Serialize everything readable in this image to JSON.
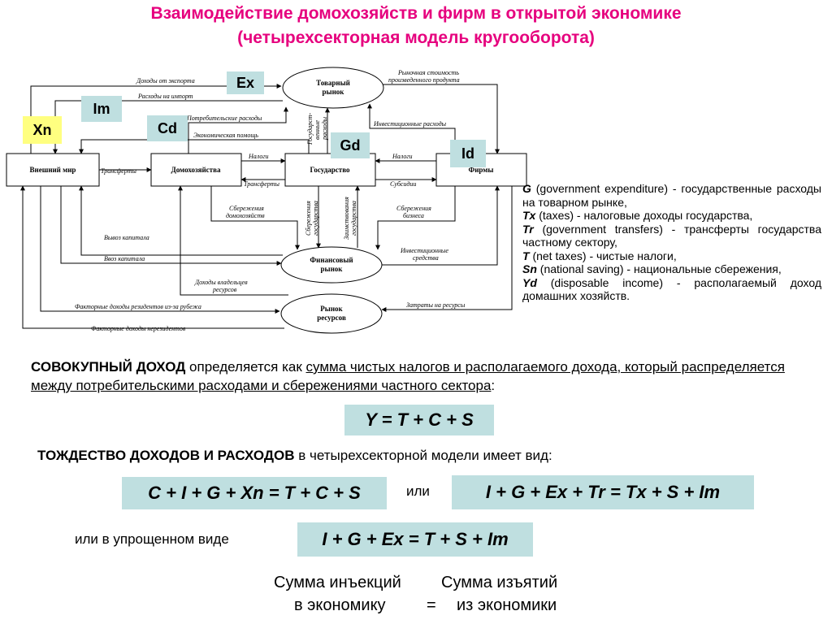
{
  "title": {
    "line1": "Взаимодействие домохозяйств и фирм в открытой экономике",
    "line2": "(четырехсекторная модель кругооборота)"
  },
  "diagram": {
    "nodes": {
      "world": "Внешний мир",
      "households": "Домохозяйства",
      "government": "Государство",
      "firms": "Фирмы",
      "goods_market_l1": "Товарный",
      "goods_market_l2": "рынок",
      "financial_market_l1": "Финансовый",
      "financial_market_l2": "рынок",
      "resource_market_l1": "Рынок",
      "resource_market_l2": "ресурсов"
    },
    "flows": {
      "export_income": "Доходы от экспорта",
      "import_spending": "Расходы на импорт",
      "consumer_spending": "Потребительские расходы",
      "economic_aid": "Экономическая помощь",
      "market_value_l1": "Рыночная стоимость",
      "market_value_l2": "произведенного продукта",
      "investment_spending": "Инвестиционные расходы",
      "gov_spending_l1": "Государст-",
      "gov_spending_l2": "венные",
      "gov_spending_l3": "расходы",
      "taxes_households": "Налоги",
      "taxes_firms": "Налоги",
      "transfers_world": "Трансферты",
      "transfers_households": "Трансферты",
      "subsidies": "Субсидии",
      "household_savings_l1": "Сбережения",
      "household_savings_l2": "домохозяйств",
      "gov_savings_l1": "Сбережения",
      "gov_savings_l2": "государства",
      "gov_borrowing_l1": "Заимствования",
      "gov_borrowing_l2": "государства",
      "business_savings_l1": "Сбережения",
      "business_savings_l2": "бизнеса",
      "capital_export": "Вывоз капитала",
      "capital_import": "Ввоз капитала",
      "investment_funds_l1": "Инвестиционные",
      "investment_funds_l2": "средства",
      "owner_income_l1": "Доходы владельцев",
      "owner_income_l2": "ресурсов",
      "factor_income_residents": "Факторные доходы резидентов из-за рубежа",
      "factor_income_nonresidents": "Факторные доходы нерезидентов",
      "resource_costs": "Затраты на ресурсы"
    },
    "tags": {
      "ex": "Ex",
      "im": "Im",
      "xn": "Xn",
      "cd": "Cd",
      "gd": "Gd",
      "id": "Id"
    },
    "colors": {
      "tag_teal": "#bfdfe0",
      "tag_yellow": "#ffff80",
      "title_pink": "#e6007e"
    }
  },
  "legend": {
    "g_sym": "G",
    "g_text": " (government expenditure) - государственные расходы на товарном рынке,",
    "tx_sym": "Tx",
    "tx_text": " (taxes) - налоговые доходы государства,",
    "tr_sym": "Tr",
    "tr_text": " (government transfers) - трансферты государства частному сектору,",
    "t_sym": "T",
    "t_text": " (net taxes) - чистые налоги,",
    "sn_sym": "Sn",
    "sn_text": " (national saving) - национальные сбережения,",
    "yd_sym": "Yd",
    "yd_text": " (disposable income) - располагаемый доход домашних хозяйств."
  },
  "paragraph": {
    "bold": "СОВОКУПНЫЙ ДОХОД",
    "text1": " определяется как ",
    "underlined": "сумма чистых налогов и располагаемого дохода, который распределяется между потребительскими расходами и сбережениями частного сектора",
    "text2": ":"
  },
  "identity": {
    "bold": "ТОЖДЕСТВО ДОХОДОВ И РАСХОДОВ",
    "text": " в четырехсекторной модели имеет вид:"
  },
  "formulas": {
    "y": "Y = T + C + S",
    "main": "C + I + G + Xn = T + C + S",
    "or": "или",
    "alt": "I + G + Ex + Tr = Tx + S + Im",
    "simplified_label": "или в упрощенном виде",
    "simplified": "I + G + Ex = T + S + Im"
  },
  "bottom": {
    "injections_l1": "Сумма инъекций",
    "injections_l2": "в экономику",
    "equals": "=",
    "withdrawals_l1": "Сумма изъятий",
    "withdrawals_l2": "из экономики"
  }
}
